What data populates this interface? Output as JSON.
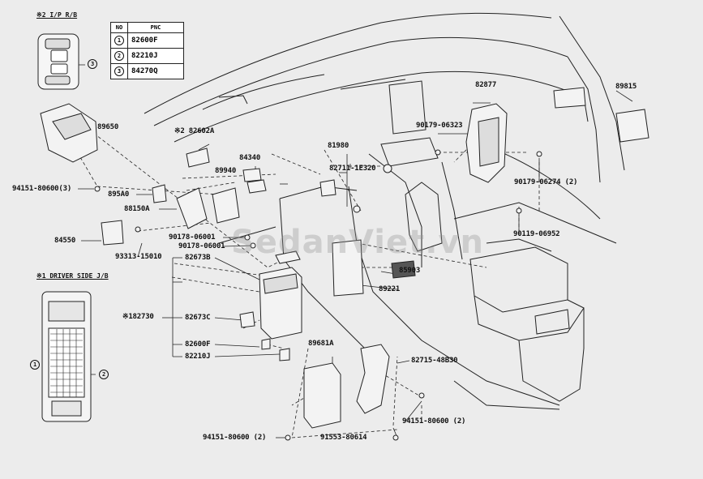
{
  "sections": {
    "ip_rb": "※2 I/P R/B",
    "driver_jb": "※1 DRIVER SIDE J/B"
  },
  "table": {
    "headers": [
      "NO",
      "PNC"
    ],
    "rows": [
      {
        "no": "1",
        "pnc": "82600F"
      },
      {
        "no": "2",
        "pnc": "82210J"
      },
      {
        "no": "3",
        "pnc": "84270Q"
      }
    ]
  },
  "callouts": {
    "c1": "1",
    "c2": "2",
    "c3": "3"
  },
  "labels": {
    "p89650": "89650",
    "p82602a": "※2 82602A",
    "p84340": "84340",
    "p89940": "89940",
    "p81980": "81980",
    "p82711": "82711-1E320",
    "p82877": "82877",
    "p89815": "89815",
    "p90179_06323": "90179-06323",
    "p90179_06274": "90179-06274 (2)",
    "p94151_80600_3": "94151-80600(3)",
    "p895a0": "895A0",
    "p88150a": "88150A",
    "p84550": "84550",
    "p90178_06001a": "90178-06001",
    "p90178_06001b": "90178-06001",
    "p93313": "93313-15010",
    "p90119": "90119-06952",
    "p82673b": "82673B",
    "p85903": "85903",
    "p182730": "※182730",
    "p82673c": "82673C",
    "p89221": "89221",
    "p82600f": "82600F",
    "p82210j": "82210J",
    "p89681a": "89681A",
    "p82715": "82715-48B30",
    "p94151_80600_2a": "94151-80600 (2)",
    "p94151_80600_2b": "94151-80600 (2)",
    "p91553": "91553-80614"
  },
  "watermark": "SedanViet.vn"
}
